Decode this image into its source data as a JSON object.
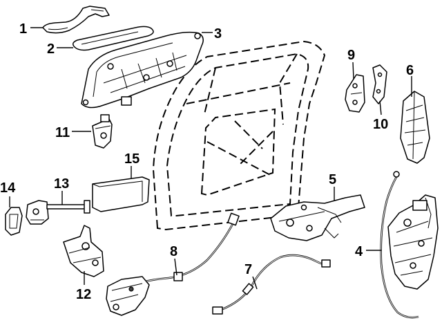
{
  "callouts": [
    {
      "id": "1",
      "label": "1"
    },
    {
      "id": "2",
      "label": "2"
    },
    {
      "id": "3",
      "label": "3"
    },
    {
      "id": "4",
      "label": "4"
    },
    {
      "id": "5",
      "label": "5"
    },
    {
      "id": "6",
      "label": "6"
    },
    {
      "id": "7",
      "label": "7"
    },
    {
      "id": "8",
      "label": "8"
    },
    {
      "id": "9",
      "label": "9"
    },
    {
      "id": "10",
      "label": "10"
    },
    {
      "id": "11",
      "label": "11"
    },
    {
      "id": "12",
      "label": "12"
    },
    {
      "id": "13",
      "label": "13"
    },
    {
      "id": "14",
      "label": "14"
    },
    {
      "id": "15",
      "label": "15"
    }
  ],
  "colors": {
    "line": "#000000",
    "background": "#ffffff",
    "shade": "#444444"
  }
}
